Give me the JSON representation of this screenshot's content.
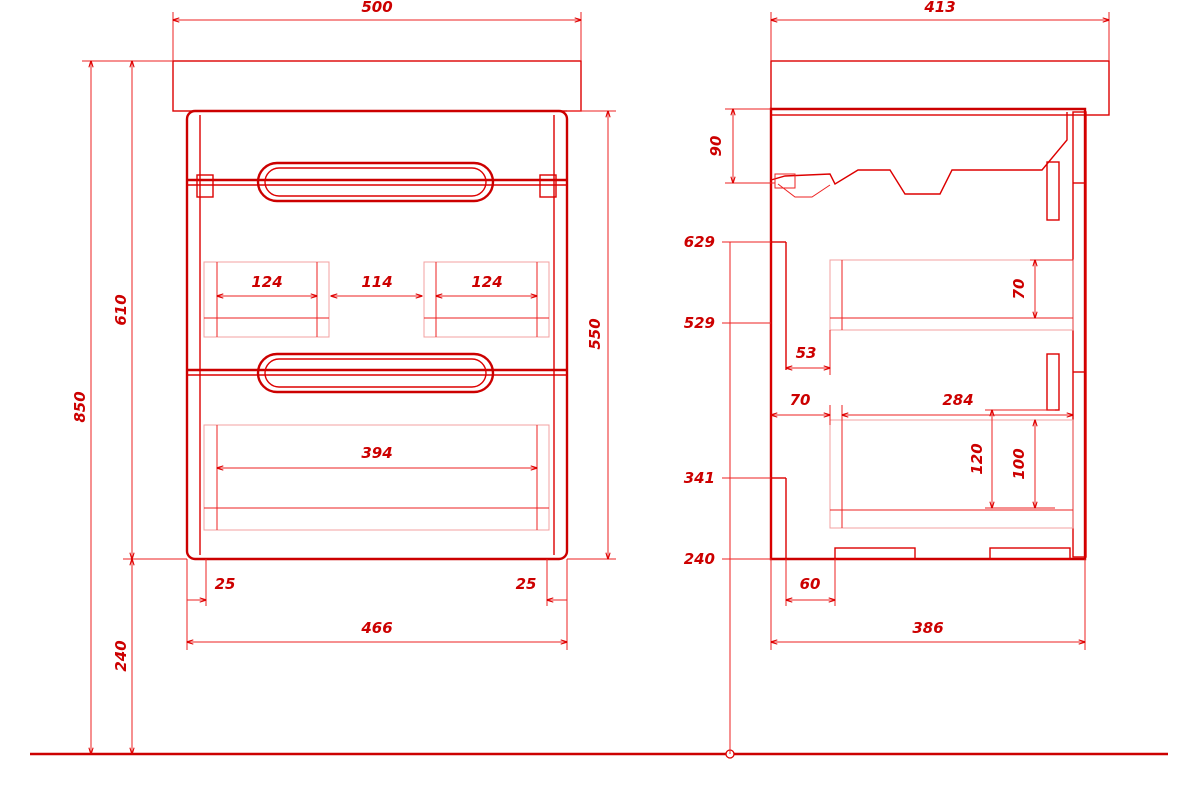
{
  "front_view": {
    "width_total": "500",
    "height_total": "850",
    "height_body": "610",
    "height_legs": "240",
    "height_drawers": "550",
    "inner_left": "124",
    "inner_middle": "114",
    "inner_right": "124",
    "lower_drawer_width": "394",
    "side_left": "25",
    "side_right": "25",
    "body_width": "466"
  },
  "side_view": {
    "depth_top": "413",
    "top_clearance": "90",
    "mark_629": "629",
    "mark_529": "529",
    "mark_341": "341",
    "mark_240": "240",
    "inner_offset": "53",
    "upper_drawer_height": "70",
    "lower_offset": "70",
    "drawer_depth": "284",
    "lower_drawer_outer": "120",
    "lower_drawer_inner": "100",
    "leg_offset": "60",
    "body_depth": "386"
  }
}
